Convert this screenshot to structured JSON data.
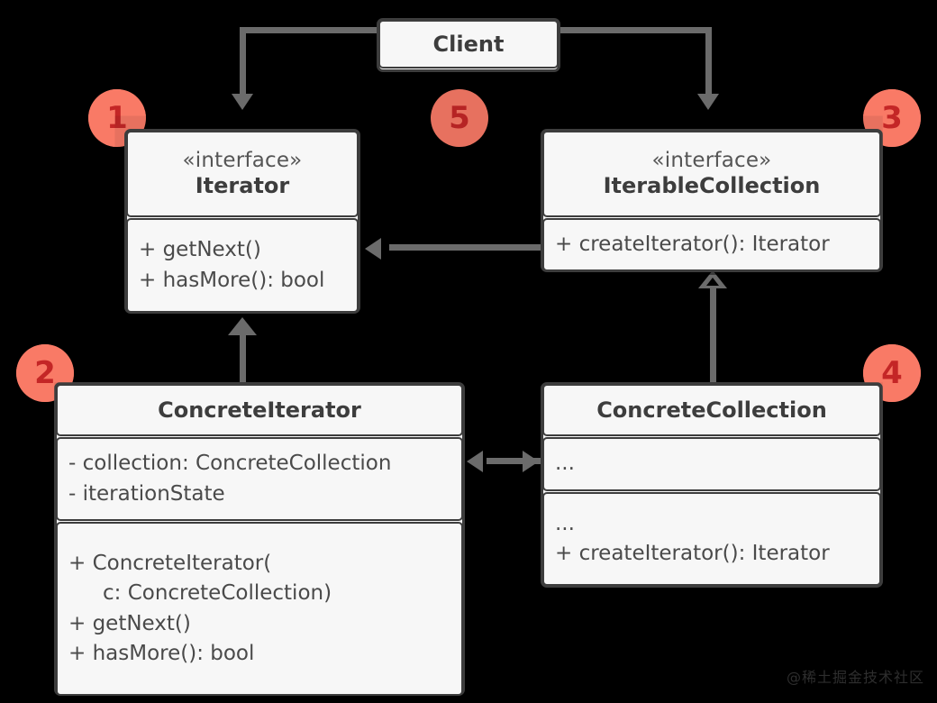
{
  "diagram": {
    "title": "Iterator design pattern UML class diagram",
    "background_color": "#000000",
    "box_fill": "#f7f7f7",
    "box_border": "#3d3d3d",
    "connector_color": "#6b6b6b",
    "badge_color": "#fb7b68",
    "badge_text_color": "#c62828"
  },
  "classes": {
    "client": {
      "name": "Client",
      "stereotype": ""
    },
    "iterator": {
      "stereotype": "«interface»",
      "name": "Iterator",
      "methods": [
        "+ getNext()",
        "+ hasMore(): bool"
      ]
    },
    "iterable_collection": {
      "stereotype": "«interface»",
      "name": "IterableCollection",
      "methods": [
        "+ createIterator(): Iterator"
      ]
    },
    "concrete_iterator": {
      "name": "ConcreteIterator",
      "attributes": [
        "- collection: ConcreteCollection",
        "- iterationState"
      ],
      "methods": [
        "+ ConcreteIterator(",
        "c: ConcreteCollection)",
        "+ getNext()",
        "+ hasMore(): bool"
      ]
    },
    "concrete_collection": {
      "name": "ConcreteCollection",
      "attributes": [
        "..."
      ],
      "methods": [
        "...",
        "+ createIterator(): Iterator"
      ]
    }
  },
  "badges": [
    {
      "id": "1",
      "label": "1"
    },
    {
      "id": "2",
      "label": "2"
    },
    {
      "id": "3",
      "label": "3"
    },
    {
      "id": "4",
      "label": "4"
    },
    {
      "id": "5",
      "label": "5"
    }
  ],
  "watermark": {
    "text": "@稀土掘金技术社区"
  }
}
